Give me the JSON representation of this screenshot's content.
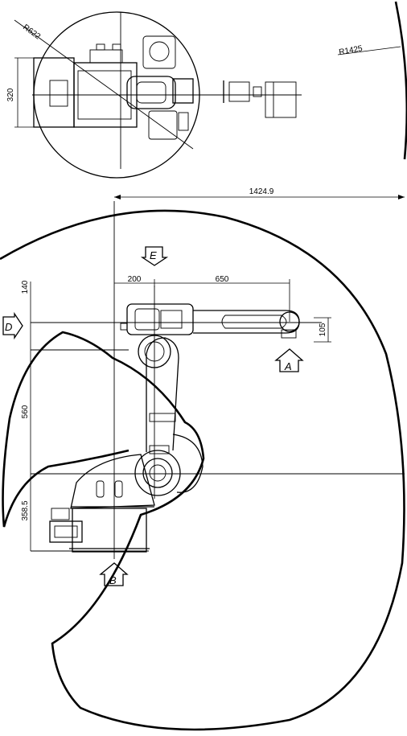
{
  "drawing": {
    "top_view": {
      "radius_label": "R1425",
      "height_label": "320",
      "diag_label": "R622"
    },
    "side_view": {
      "reach_label": "1424.9",
      "offset_label": "200",
      "arm_label": "650",
      "top_offset_label": "140",
      "lower_arm_label": "560",
      "base_height_label": "358.5",
      "wrist_label": "105"
    },
    "markers": {
      "a": "A",
      "b": "B",
      "d": "D",
      "e": "E"
    }
  }
}
